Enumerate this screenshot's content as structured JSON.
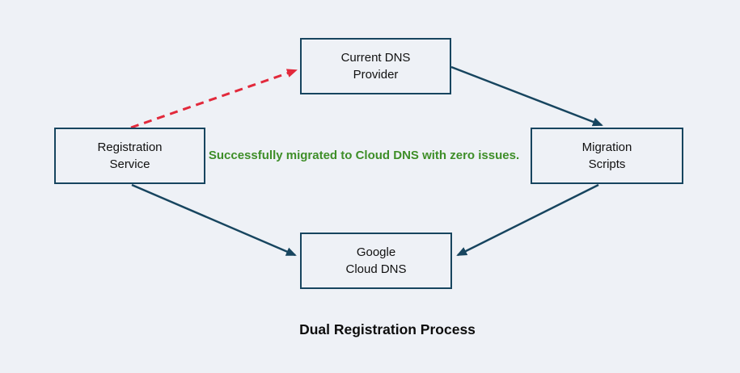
{
  "title": "Dual Registration Process",
  "nodes": {
    "current_dns_provider": {
      "label": "Current DNS\nProvider"
    },
    "registration_service": {
      "label": "Registration\nService"
    },
    "migration_scripts": {
      "label": "Migration\nScripts"
    },
    "google_cloud_dns": {
      "label": "Google\nCloud DNS"
    }
  },
  "edge_label": {
    "text": "Successfully migrated to Cloud DNS with zero issues."
  },
  "edges": [
    {
      "from": "Registration Service",
      "to": "Current DNS Provider",
      "style": "dashed",
      "color": "#e2293b"
    },
    {
      "from": "Current DNS Provider",
      "to": "Migration Scripts",
      "style": "solid",
      "color": "#17455f"
    },
    {
      "from": "Registration Service",
      "to": "Google Cloud DNS",
      "style": "solid",
      "color": "#17455f"
    },
    {
      "from": "Migration Scripts",
      "to": "Google Cloud DNS",
      "style": "solid",
      "color": "#17455f"
    }
  ],
  "colors": {
    "background": "#eef1f6",
    "node_fill": "#eef1f6",
    "node_border": "#17455f",
    "edge": "#17455f",
    "dashed_edge": "#e2293b",
    "edge_label_text": "#3e8e28",
    "text": "#111111"
  }
}
